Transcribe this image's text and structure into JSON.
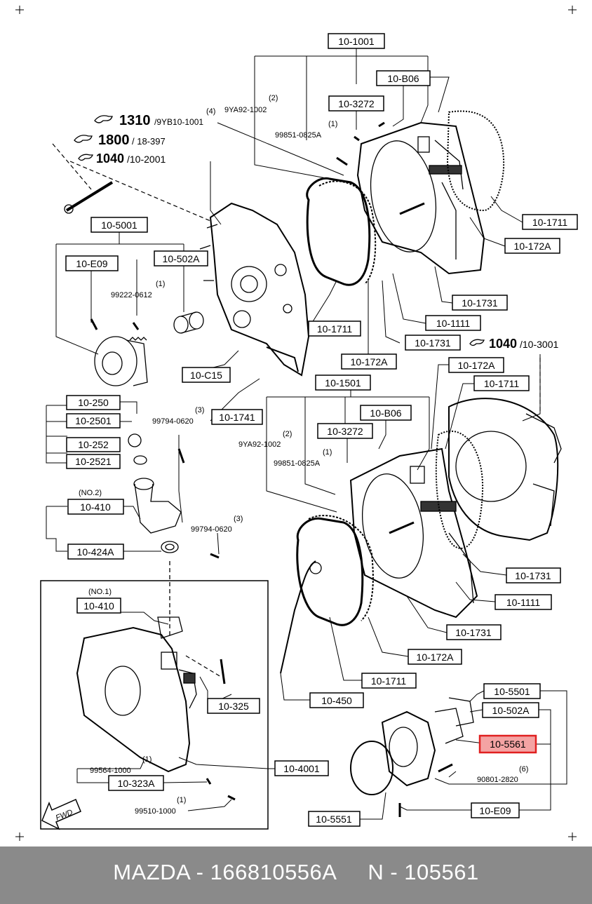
{
  "labels": {
    "l10_1001": "10-1001",
    "l10_b06_top": "10-B06",
    "l10_3272_top": "10-3272",
    "l10_1711_tr": "10-1711",
    "l10_172a_tr": "10-172A",
    "l10_1731_a": "10-1731",
    "l10_1111_a": "10-1111",
    "l10_1731_b": "10-1731",
    "l10_172a_mid": "10-172A",
    "l10_1711_mid": "10-1711",
    "l10_5001": "10-5001",
    "l10_e09_left": "10-E09",
    "l10_502a_left": "10-502A",
    "l10_c15": "10-C15",
    "l10_1741": "10-1741",
    "l10_1501": "10-1501",
    "l10_b06_mid": "10-B06",
    "l10_3272_mid": "10-3272",
    "l10_172a_r": "10-172A",
    "l10_1711_r": "10-1711",
    "l10_250": "10-250",
    "l10_2501": "10-2501",
    "l10_252": "10-252",
    "l10_2521": "10-2521",
    "l10_410_a": "10-410",
    "l10_424a": "10-424A",
    "l10_1731_c": "10-1731",
    "l10_1111_b": "10-1111",
    "l10_1731_d": "10-1731",
    "l10_172a_bot": "10-172A",
    "l10_1711_bot": "10-1711",
    "l10_450": "10-450",
    "l10_410_b": "10-410",
    "l10_325": "10-325",
    "l10_4001": "10-4001",
    "l10_323a": "10-323A",
    "l10_5501": "10-5501",
    "l10_502a_r": "10-502A",
    "l10_5561": "10-5561",
    "l10_5551": "10-5551",
    "l10_e09_r": "10-E09"
  },
  "refs": {
    "r1310_num": "1310",
    "r1310_code": "/9YB10-1001",
    "r1800_num": "1800",
    "r1800_code": "/ 18-397",
    "r1040a_num": "1040",
    "r1040a_code": "/10-2001",
    "r1040b_num": "1040",
    "r1040b_code": "/10-3001"
  },
  "small_text": {
    "s2a": "(2)",
    "s9ya_a": "9YA92-1002",
    "s4": "(4)",
    "s1a": "(1)",
    "s99851_a": "99851-0825A",
    "s1b": "(1)",
    "s99222": "99222-0612",
    "s3a": "(3)",
    "s99794_a": "99794-0620",
    "s2b": "(2)",
    "s9ya_b": "9YA92-1002",
    "s1c": "(1)",
    "s99851_b": "99851-0825A",
    "sno2": "(NO.2)",
    "s3b": "(3)",
    "s99794_b": "99794-0620",
    "sno1": "(NO.1)",
    "s1d": "(1)",
    "s99564": "99564-1000",
    "s1e": "(1)",
    "s99510": "99510-1000",
    "s6": "(6)",
    "s90801": "90801-2820",
    "fwd": "FWD"
  },
  "colors": {
    "highlight_fill": "#f4a3a3",
    "highlight_border": "#e02020",
    "footer_bg": "#8a8a8a"
  },
  "footer": {
    "text": "MAZDA - 166810556A     N - 105561"
  }
}
